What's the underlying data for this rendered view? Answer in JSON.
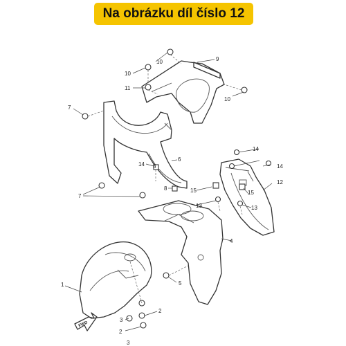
{
  "banner": {
    "title": "Na obrázku díl číslo 12",
    "color": "#f5c400"
  },
  "diagram": {
    "fwd_label": "FWD",
    "callouts": [
      "1",
      "2",
      "2",
      "3",
      "3",
      "4",
      "5",
      "6",
      "7",
      "7",
      "8",
      "8",
      "9",
      "10",
      "10",
      "10",
      "11",
      "12",
      "13",
      "13",
      "14",
      "14",
      "14",
      "15",
      "15"
    ]
  }
}
